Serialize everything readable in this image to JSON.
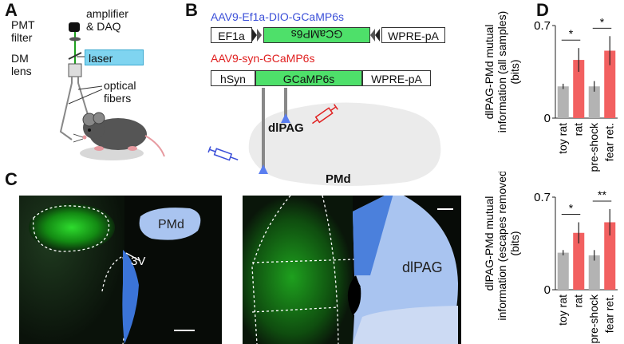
{
  "panel_labels": {
    "a": "A",
    "b": "B",
    "c": "C",
    "d": "D"
  },
  "panel_a": {
    "pmt": "PMT",
    "filter": "filter",
    "amplifier": "amplifier",
    "daq": "& DAQ",
    "dm": "DM",
    "lens": "lens",
    "laser": "laser",
    "optical": "optical",
    "fibers": "fibers",
    "colors": {
      "laser_box": "#7fd4f0",
      "mouse": "#555555"
    }
  },
  "panel_b": {
    "construct1_title": "AAV9-Ef1a-DIO-GCaMP6s",
    "construct1_promoter": "EF1a",
    "construct1_gene": "GCaMP6s",
    "construct1_tail": "WPRE-pA",
    "construct2_title": "AAV9-syn-GCaMP6s",
    "construct2_promoter": "hSyn",
    "construct2_gene": "GCaMP6s",
    "construct2_tail": "WPRE-pA",
    "region_dlpag": "dlPAG",
    "region_pmd": "PMd",
    "colors": {
      "construct1": "#3b4fd8",
      "construct2": "#e02020",
      "gene": "#4ee06a"
    }
  },
  "panel_c": {
    "left_region": "PMd",
    "left_ventricle": "3V",
    "right_region": "dlPAG",
    "colors": {
      "light_blue": "#a9c4f0",
      "dark_blue": "#3b74d8",
      "fluor": "#1fae1f"
    }
  },
  "chart_data": [
    {
      "type": "bar",
      "ylabel": "dlPAG-PMd mutual information (all samples) (bits)",
      "ylim": [
        0,
        0.7
      ],
      "yticks": [
        "0",
        "0.7"
      ],
      "categories": [
        "toy rat",
        "rat",
        "pre-shock",
        "fear ret."
      ],
      "values": [
        0.24,
        0.44,
        0.24,
        0.51
      ],
      "errors": [
        0.02,
        0.09,
        0.04,
        0.11
      ],
      "bar_colors": [
        "#b3b3b3",
        "#f26060",
        "#b3b3b3",
        "#f26060"
      ],
      "significance": [
        {
          "pair": [
            0,
            1
          ],
          "label": "*"
        },
        {
          "pair": [
            2,
            3
          ],
          "label": "*"
        }
      ]
    },
    {
      "type": "bar",
      "ylabel": "dlPAG-PMd mutual information (escapes removed) (bits)",
      "ylim": [
        0,
        0.7
      ],
      "yticks": [
        "0",
        "0.7"
      ],
      "categories": [
        "toy rat",
        "rat",
        "pre-shock",
        "fear ret."
      ],
      "values": [
        0.28,
        0.43,
        0.26,
        0.51
      ],
      "errors": [
        0.02,
        0.08,
        0.04,
        0.1
      ],
      "bar_colors": [
        "#b3b3b3",
        "#f26060",
        "#b3b3b3",
        "#f26060"
      ],
      "significance": [
        {
          "pair": [
            0,
            1
          ],
          "label": "*"
        },
        {
          "pair": [
            2,
            3
          ],
          "label": "**"
        }
      ]
    }
  ]
}
